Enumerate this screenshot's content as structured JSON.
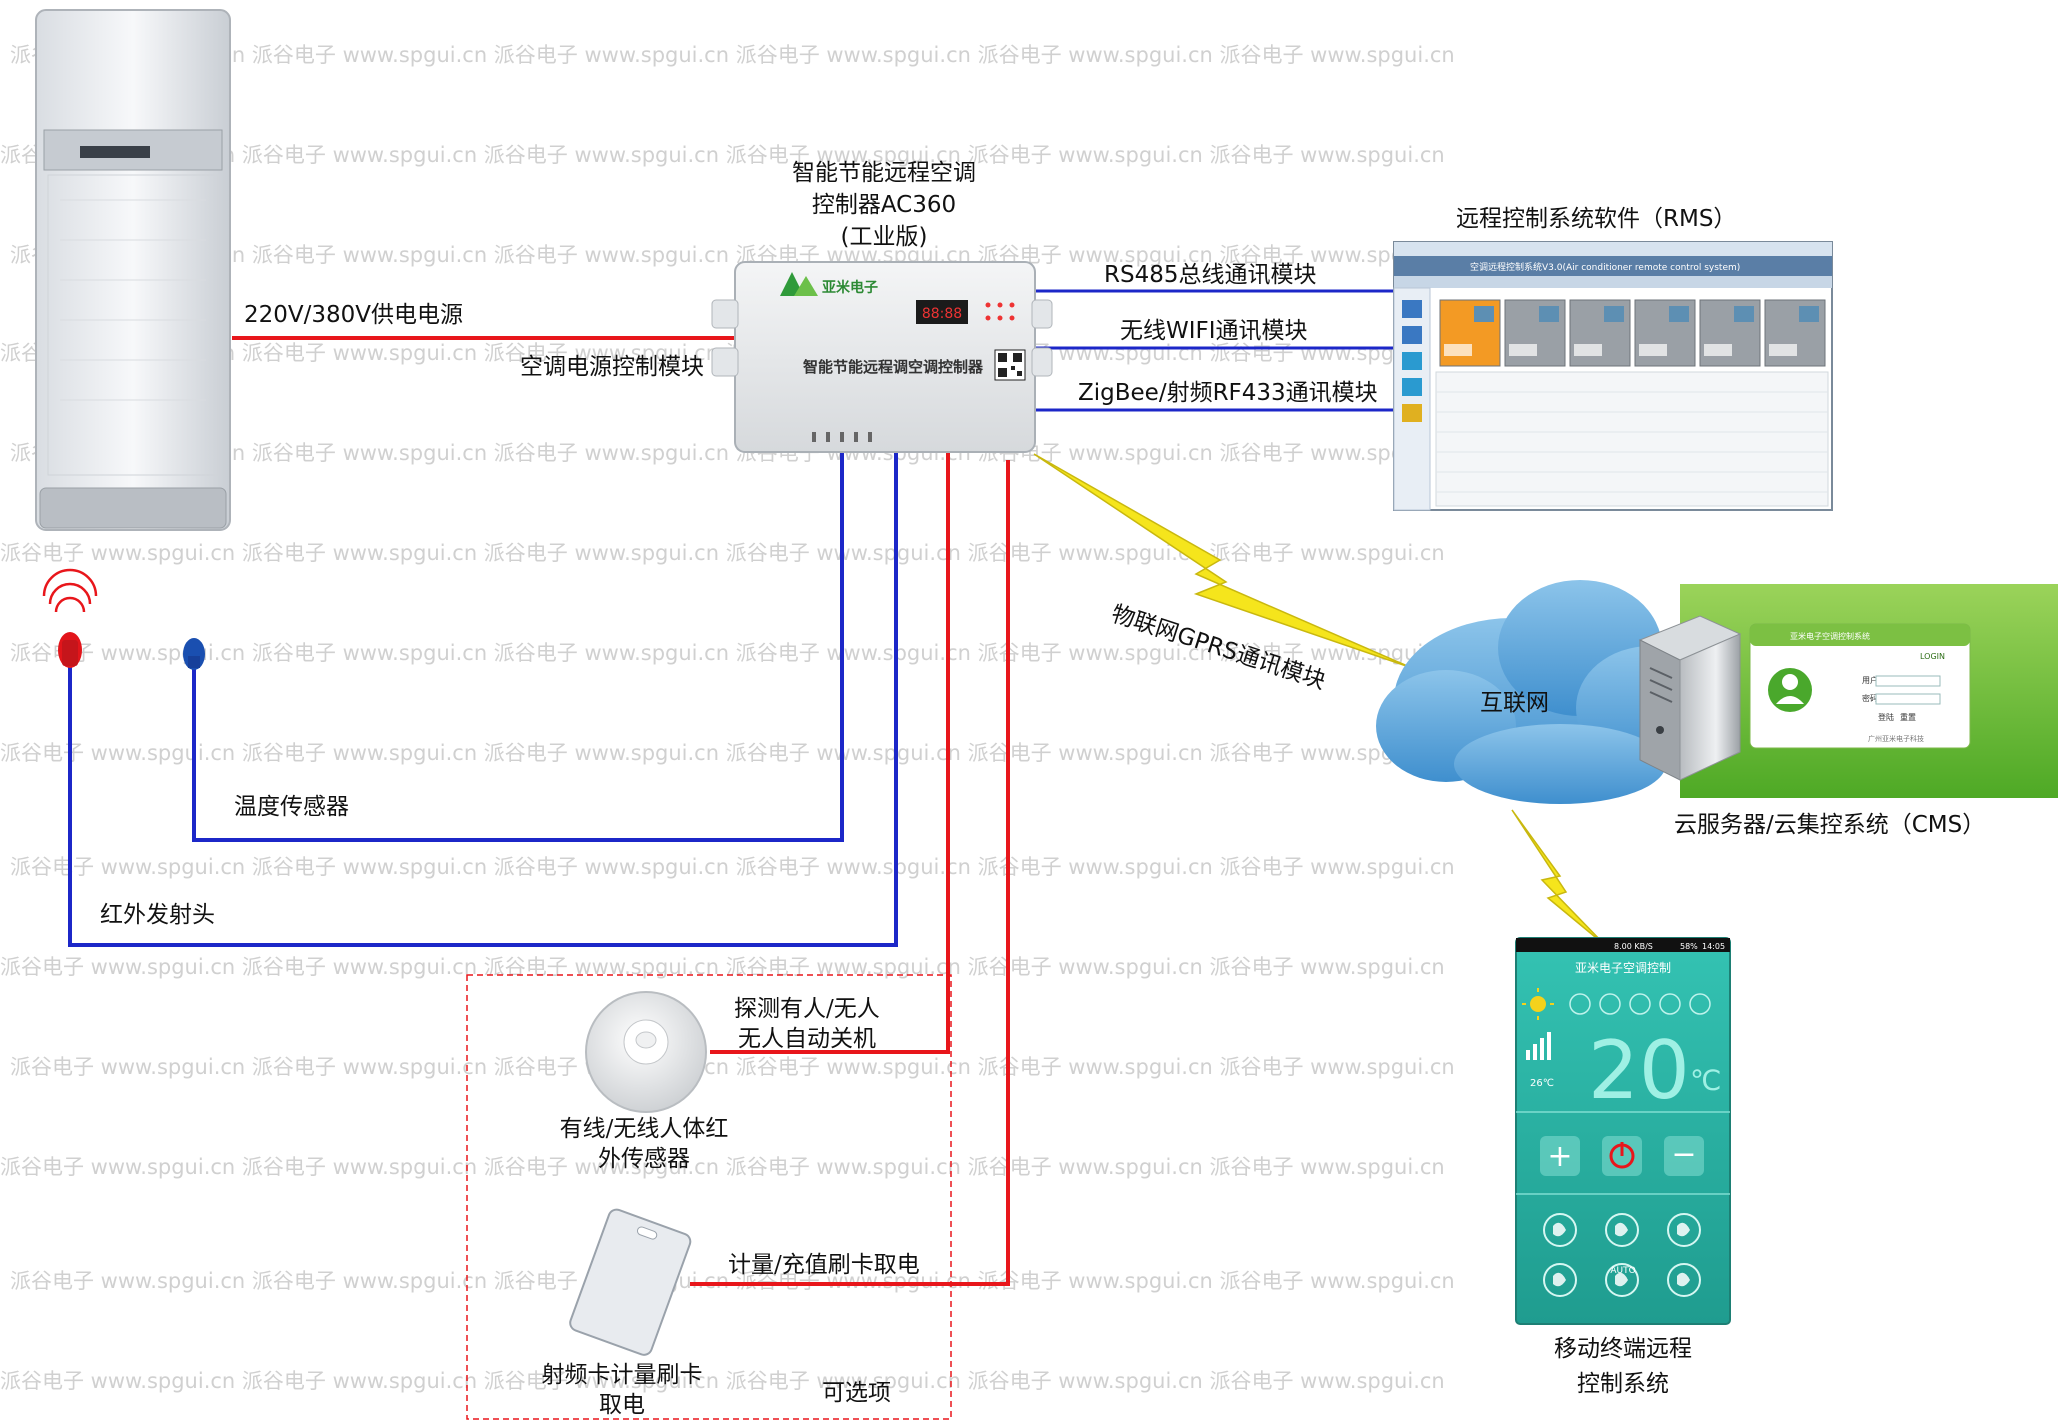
{
  "watermark": "派谷电子  www.spgui.cn  派谷电子  www.spgui.cn  派谷电子  www.spgui.cn  派谷电子  www.spgui.cn  派谷电子  www.spgui.cn  派谷电子  www.spgui.cn",
  "controller": {
    "title_lines": [
      "智能节能远程空调",
      "控制器AC360",
      "(工业版)"
    ],
    "brand": "亚米电子",
    "panel_text": "智能节能远程调空调控制器",
    "display": "88:88"
  },
  "power": {
    "supply_label": "220V/380V供电电源",
    "module_label": "空调电源控制模块"
  },
  "comms": {
    "rs485": "RS485总线通讯模块",
    "wifi": "无线WIFI通讯模块",
    "zigbee": "ZigBee/射频RF433通讯模块",
    "gprs": "物联网GPRS通讯模块"
  },
  "rms": {
    "title": "远程控制系统软件（RMS）",
    "window_title": "空调远程控制系统V3.0(Air conditioner remote control system)"
  },
  "cloud": {
    "internet_label": "互联网",
    "cms_label": "云服务器/云集控系统（CMS）",
    "login_title": "亚米电子空调控制系统",
    "login_button": "LOGIN",
    "user_label": "用户",
    "pwd_label": "密码",
    "login_btn_text": "登陆",
    "reset_btn_text": "重置",
    "footer": "广州亚米电子科技"
  },
  "sensors": {
    "temp_label": "温度传感器",
    "ir_label": "红外发射头",
    "pir_label_lines": [
      "有线/无线人体红",
      "外传感器"
    ],
    "detect_label_lines": [
      "探测有人/无人",
      "无人自动关机"
    ],
    "card_label_lines": [
      "射频卡计量刷卡",
      "取电"
    ],
    "metering_label": "计量/充值刷卡取电",
    "optional_label": "可选项"
  },
  "mobile": {
    "status_speed": "8.00 KB/S",
    "status_battery": "58%",
    "status_time": "14:05",
    "app_title": "亚米电子空调控制",
    "temperature": "20",
    "unit": "℃",
    "room_temp": "26℃",
    "mode_auto": "AUTO",
    "label_lines": [
      "移动终端远程",
      "控制系统"
    ]
  },
  "colors": {
    "power_line": "#e8161b",
    "signal_line": "#1c27c8",
    "lightning": "#f5e51c",
    "cloud": "#5fa8dc",
    "internet_text": "#e8161b",
    "optional_text": "#e8161b",
    "app_bg": "#2bb6a6"
  }
}
